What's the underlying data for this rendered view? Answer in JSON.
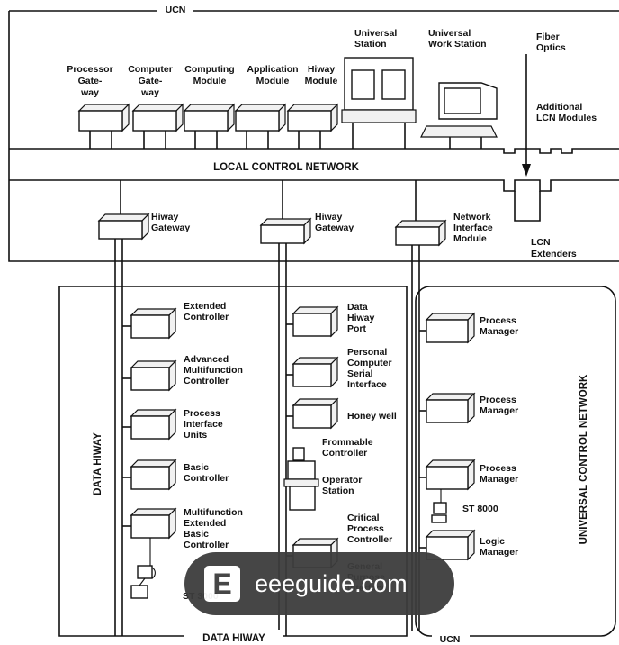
{
  "diagram": {
    "ucn_top": "UCN",
    "local_control_network": "LOCAL CONTROL NETWORK",
    "data_hiway_vertical": "DATA HIWAY",
    "data_hiway_bottom": "DATA HIWAY",
    "universal_control_network": "UNIVERSAL CONTROL NETWORK",
    "ucn_bottom": "UCN",
    "lcn_modules": [
      [
        "Processor",
        "Gate-",
        "way"
      ],
      [
        "Computer",
        "Gate-",
        "way"
      ],
      [
        "Computing",
        "Module"
      ],
      [
        "Application",
        "Module"
      ],
      [
        "Hiway",
        "Module"
      ]
    ],
    "universal_station": [
      "Universal",
      "Station"
    ],
    "universal_work_station": [
      "Universal",
      "Work Station"
    ],
    "fiber_optics": [
      "Fiber",
      "Optics"
    ],
    "additional_lcn_modules": [
      "Additional",
      "LCN Modules"
    ],
    "lcn_extenders": [
      "LCN",
      "Extenders"
    ],
    "hiway_gateway_1": [
      "Hiway",
      "Gateway"
    ],
    "hiway_gateway_2": [
      "Hiway",
      "Gateway"
    ],
    "network_interface_module": [
      "Network",
      "Interface",
      "Module"
    ],
    "left_column": [
      [
        "Extended",
        "Controller"
      ],
      [
        "Advanced",
        "Multifunction",
        "Controller"
      ],
      [
        "Process",
        "Interface",
        "Units"
      ],
      [
        "Basic",
        "Controller"
      ],
      [
        "Multifunction",
        "Extended",
        "Basic",
        "Controller"
      ]
    ],
    "left_st": "ST 3000",
    "middle_column": [
      [
        "Data",
        "Hiway",
        "Port"
      ],
      [
        "Personal",
        "Computer",
        "Serial",
        "Interface"
      ],
      [
        "Honey well"
      ],
      [
        "Frommable",
        "Controller"
      ],
      [
        "Operator",
        "Station"
      ],
      [
        "Critical",
        "Process",
        "Controller"
      ],
      [
        "General",
        "Purpose",
        "Interface"
      ]
    ],
    "right_column": [
      [
        "Process",
        "Manager"
      ],
      [
        "Process",
        "Manager"
      ],
      [
        "Process",
        "Manager"
      ],
      [
        "Logic",
        "Manager"
      ]
    ],
    "right_st": "ST 8000"
  },
  "watermark": {
    "icon_letter": "E",
    "text": "eeeguide.com"
  }
}
